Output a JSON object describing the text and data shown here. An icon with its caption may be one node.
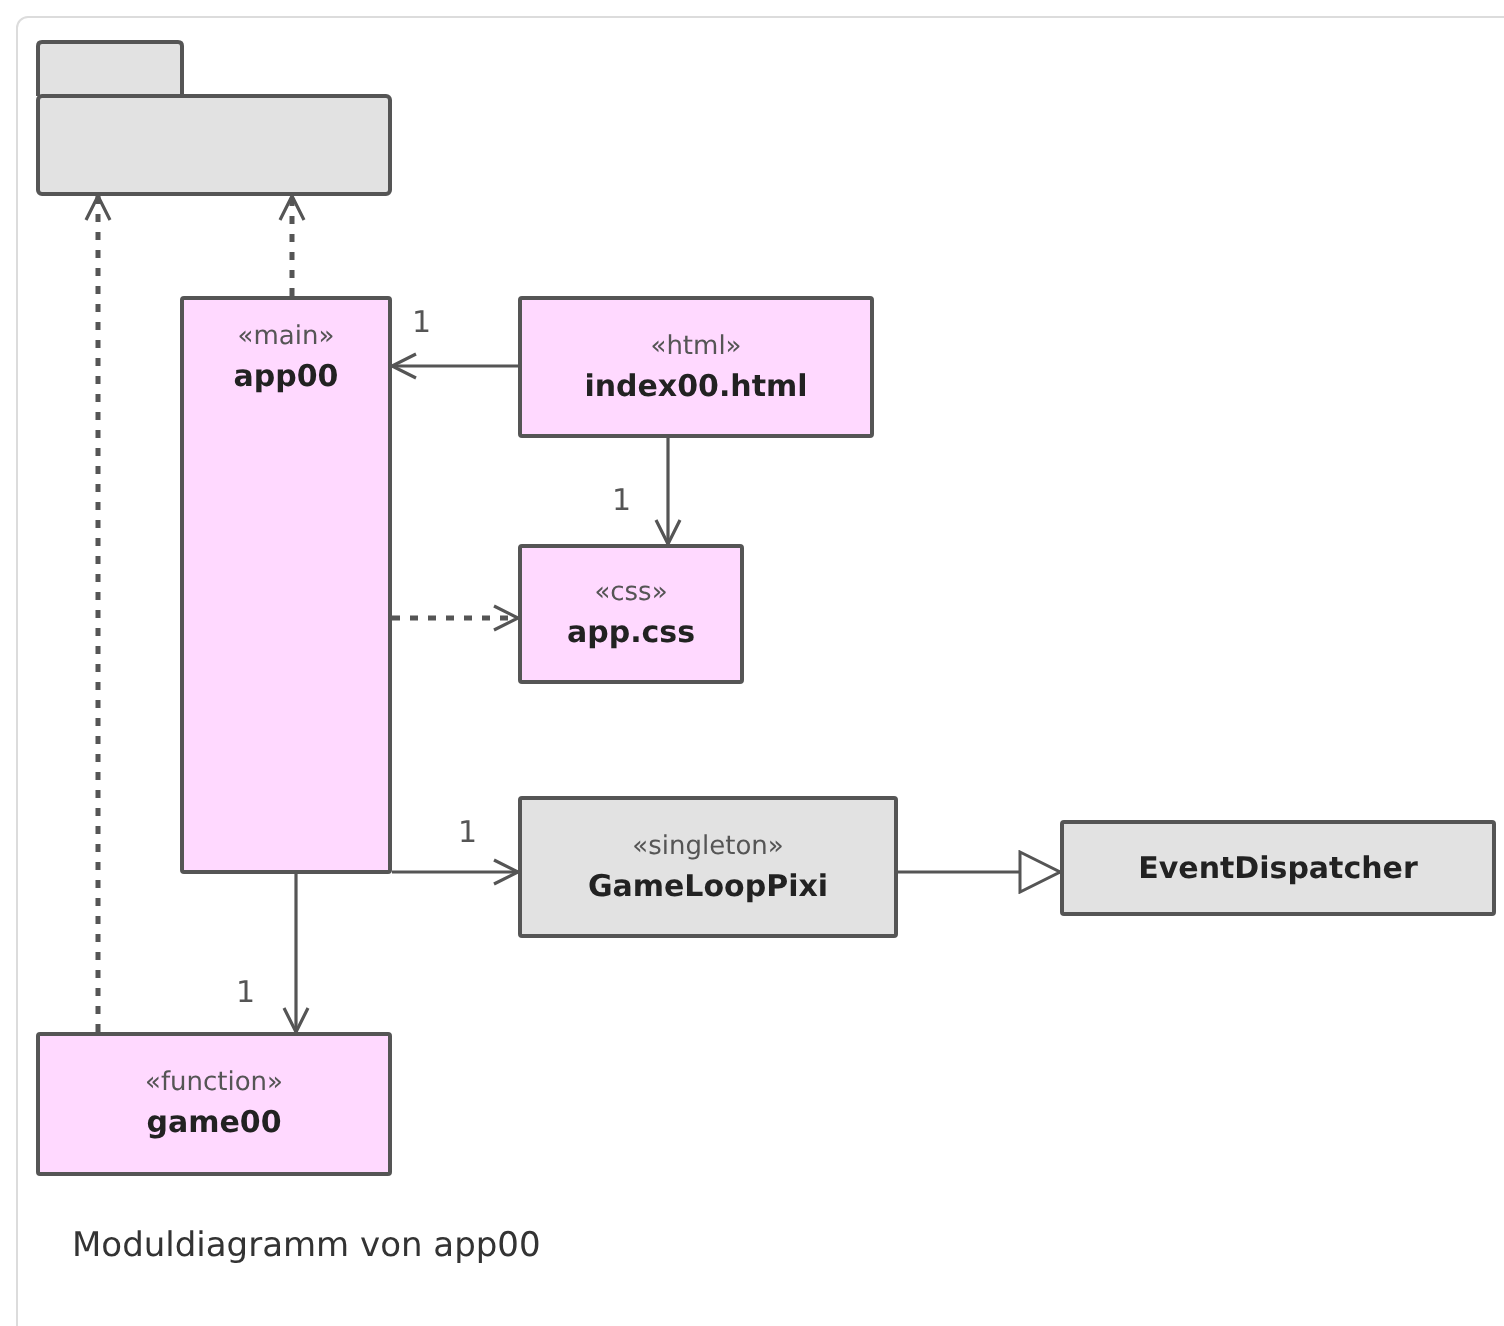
{
  "diagram": {
    "caption": "Moduldiagramm von app00",
    "nodes": [
      {
        "text": [],
        "shape": "folder"
      },
      {
        "text": [
          "«main»",
          "app00"
        ]
      },
      {
        "text": [
          "«html»",
          "index00.html"
        ]
      },
      {
        "text": [
          "«css»",
          "app.css"
        ]
      },
      {
        "text": [
          "«singleton»",
          "GameLoopPixi"
        ]
      },
      {
        "text": [
          "EventDispatcher"
        ]
      },
      {
        "text": [
          "«function»",
          "game00"
        ]
      }
    ],
    "edges": [
      {
        "from": 1,
        "to": 0,
        "arrow": "to",
        "style": "dashed"
      },
      {
        "from": 6,
        "to": 0,
        "arrow": "to",
        "style": "dashed"
      },
      {
        "from": 2,
        "to": 1,
        "arrow": "to",
        "label": "1"
      },
      {
        "from": 2,
        "to": 3,
        "arrow": "to",
        "label": "1"
      },
      {
        "from": 1,
        "to": 3,
        "arrow": "to",
        "style": "dashed"
      },
      {
        "from": 1,
        "to": 4,
        "arrow": "to",
        "label": "1"
      },
      {
        "from": 4,
        "to": 5,
        "arrow": "to"
      },
      {
        "from": 1,
        "to": 6,
        "arrow": "to",
        "label": "1"
      }
    ]
  }
}
